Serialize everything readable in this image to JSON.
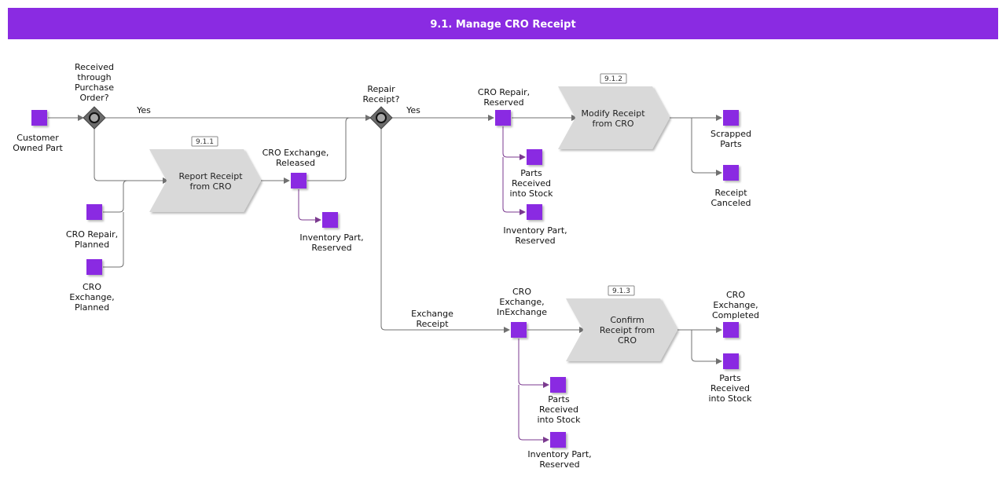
{
  "header": {
    "title": "9.1. Manage CRO Receipt",
    "color": "#8a2be2"
  },
  "colors": {
    "node": "#8a2be2",
    "process": "#d9d9d9",
    "flow": "#707070",
    "object_flow": "#7b3a8f",
    "gateway": "#666666"
  },
  "nodes": {
    "customer_owned_part": "Customer\nOwned Part",
    "cro_repair_planned": "CRO Repair,\nPlanned",
    "cro_exchange_planned": "CRO\nExchange,\nPlanned",
    "cro_exchange_released": "CRO Exchange,\nReleased",
    "inventory_part_reserved_1": "Inventory Part,\nReserved",
    "cro_repair_reserved": "CRO Repair,\nReserved",
    "parts_received_into_stock_1": "Parts\nReceived\ninto Stock",
    "inventory_part_reserved_2": "Inventory Part,\nReserved",
    "scrapped_parts": "Scrapped\nParts",
    "receipt_canceled": "Receipt\nCanceled",
    "cro_exchange_inexchange": "CRO\nExchange,\nInExchange",
    "parts_received_into_stock_2": "Parts\nReceived\ninto Stock",
    "inventory_part_reserved_3": "Inventory Part,\nReserved",
    "cro_exchange_completed": "CRO\nExchange,\nCompleted",
    "parts_received_into_stock_3": "Parts\nReceived\ninto Stock"
  },
  "gateways": {
    "purchase_order": "Received\nthrough\nPurchase\nOrder?",
    "repair_receipt": "Repair\nReceipt?"
  },
  "edges": {
    "yes_1": "Yes",
    "yes_2": "Yes",
    "exchange_receipt": "Exchange\nReceipt"
  },
  "processes": {
    "report_receipt": {
      "label": "Report Receipt\nfrom CRO",
      "badge": "9.1.1"
    },
    "modify_receipt": {
      "label": "Modify Receipt\nfrom CRO",
      "badge": "9.1.2"
    },
    "confirm_receipt": {
      "label": "Confirm\nReceipt from\nCRO",
      "badge": "9.1.3"
    }
  }
}
